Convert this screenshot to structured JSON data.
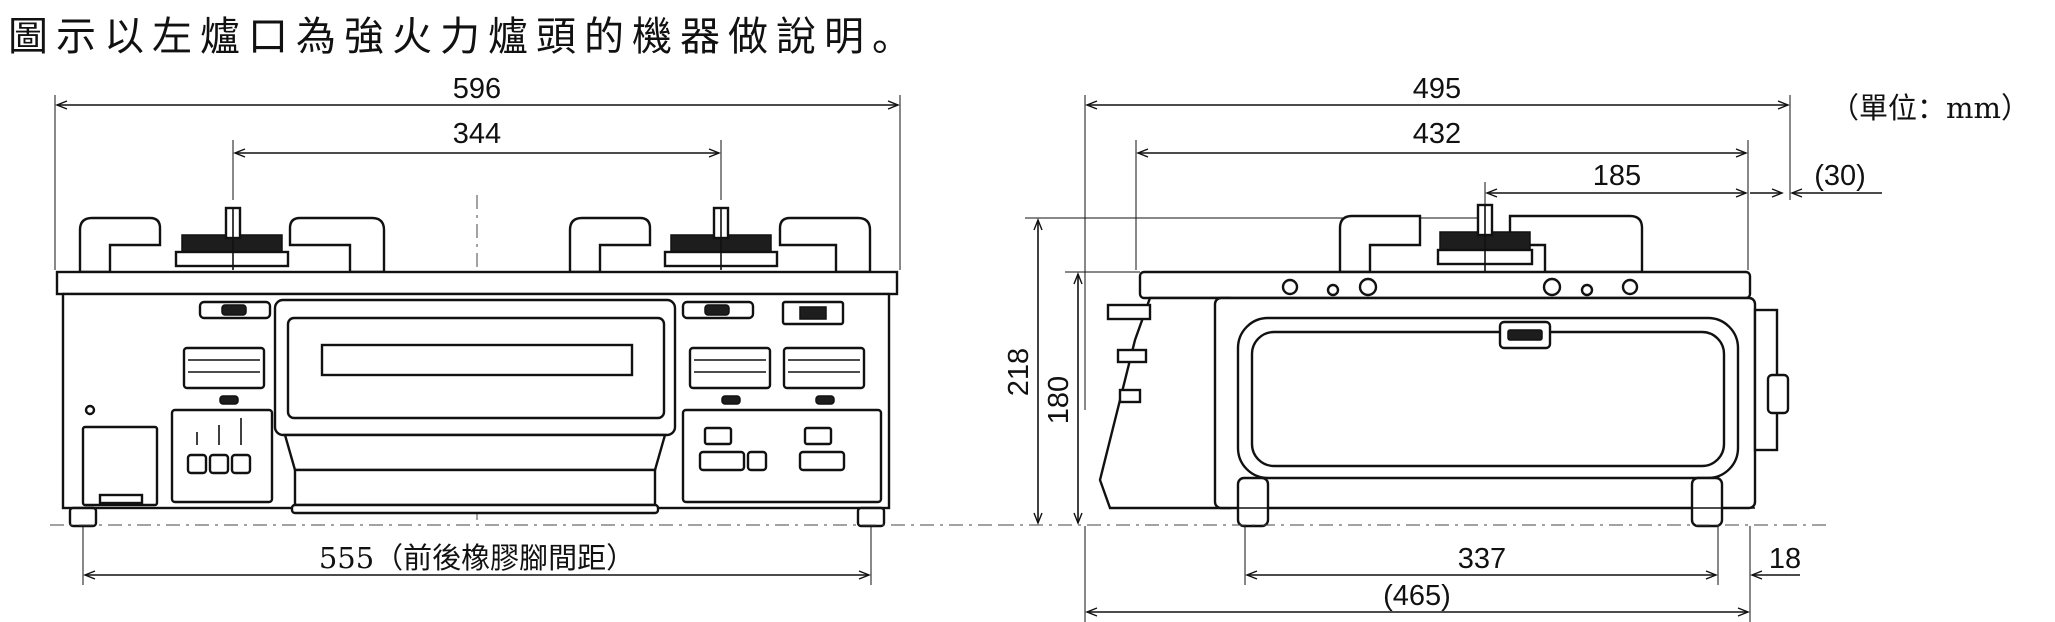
{
  "caption": "圖示以左爐口為強火力爐頭的機器做說明。",
  "unit_note": "（單位：mm）",
  "front_view": {
    "overall_width": "596",
    "burner_spacing": "344",
    "foot_spacing": "555（前後橡膠腳間距）"
  },
  "side_view": {
    "overall_depth": "495",
    "top_depth": "432",
    "burner_offset": "185",
    "rear_offset": "(30)",
    "overall_height": "218",
    "body_height": "180",
    "foot_spacing": "337",
    "rear_foot_offset": "18",
    "base_depth": "(465)"
  },
  "colors": {
    "line": "#111111",
    "background": "#ffffff"
  }
}
